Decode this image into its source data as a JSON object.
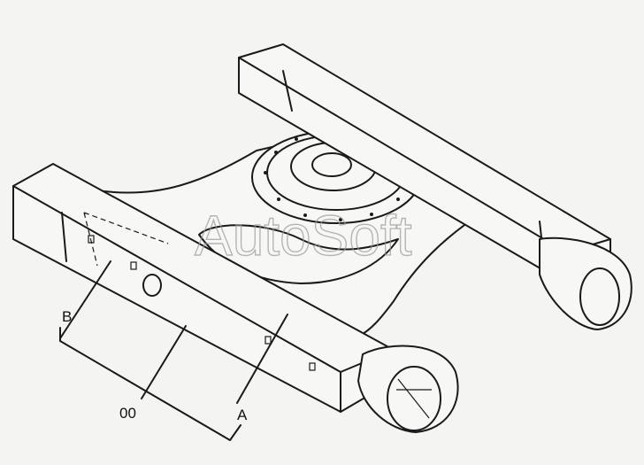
{
  "labels": {
    "b": "B",
    "a": "A",
    "assembly": "00"
  },
  "watermark": "AutoSoft",
  "colors": {
    "line": "#1a1a1a",
    "paper": "#f4f4f2",
    "watermark": "#9a9a9a"
  }
}
